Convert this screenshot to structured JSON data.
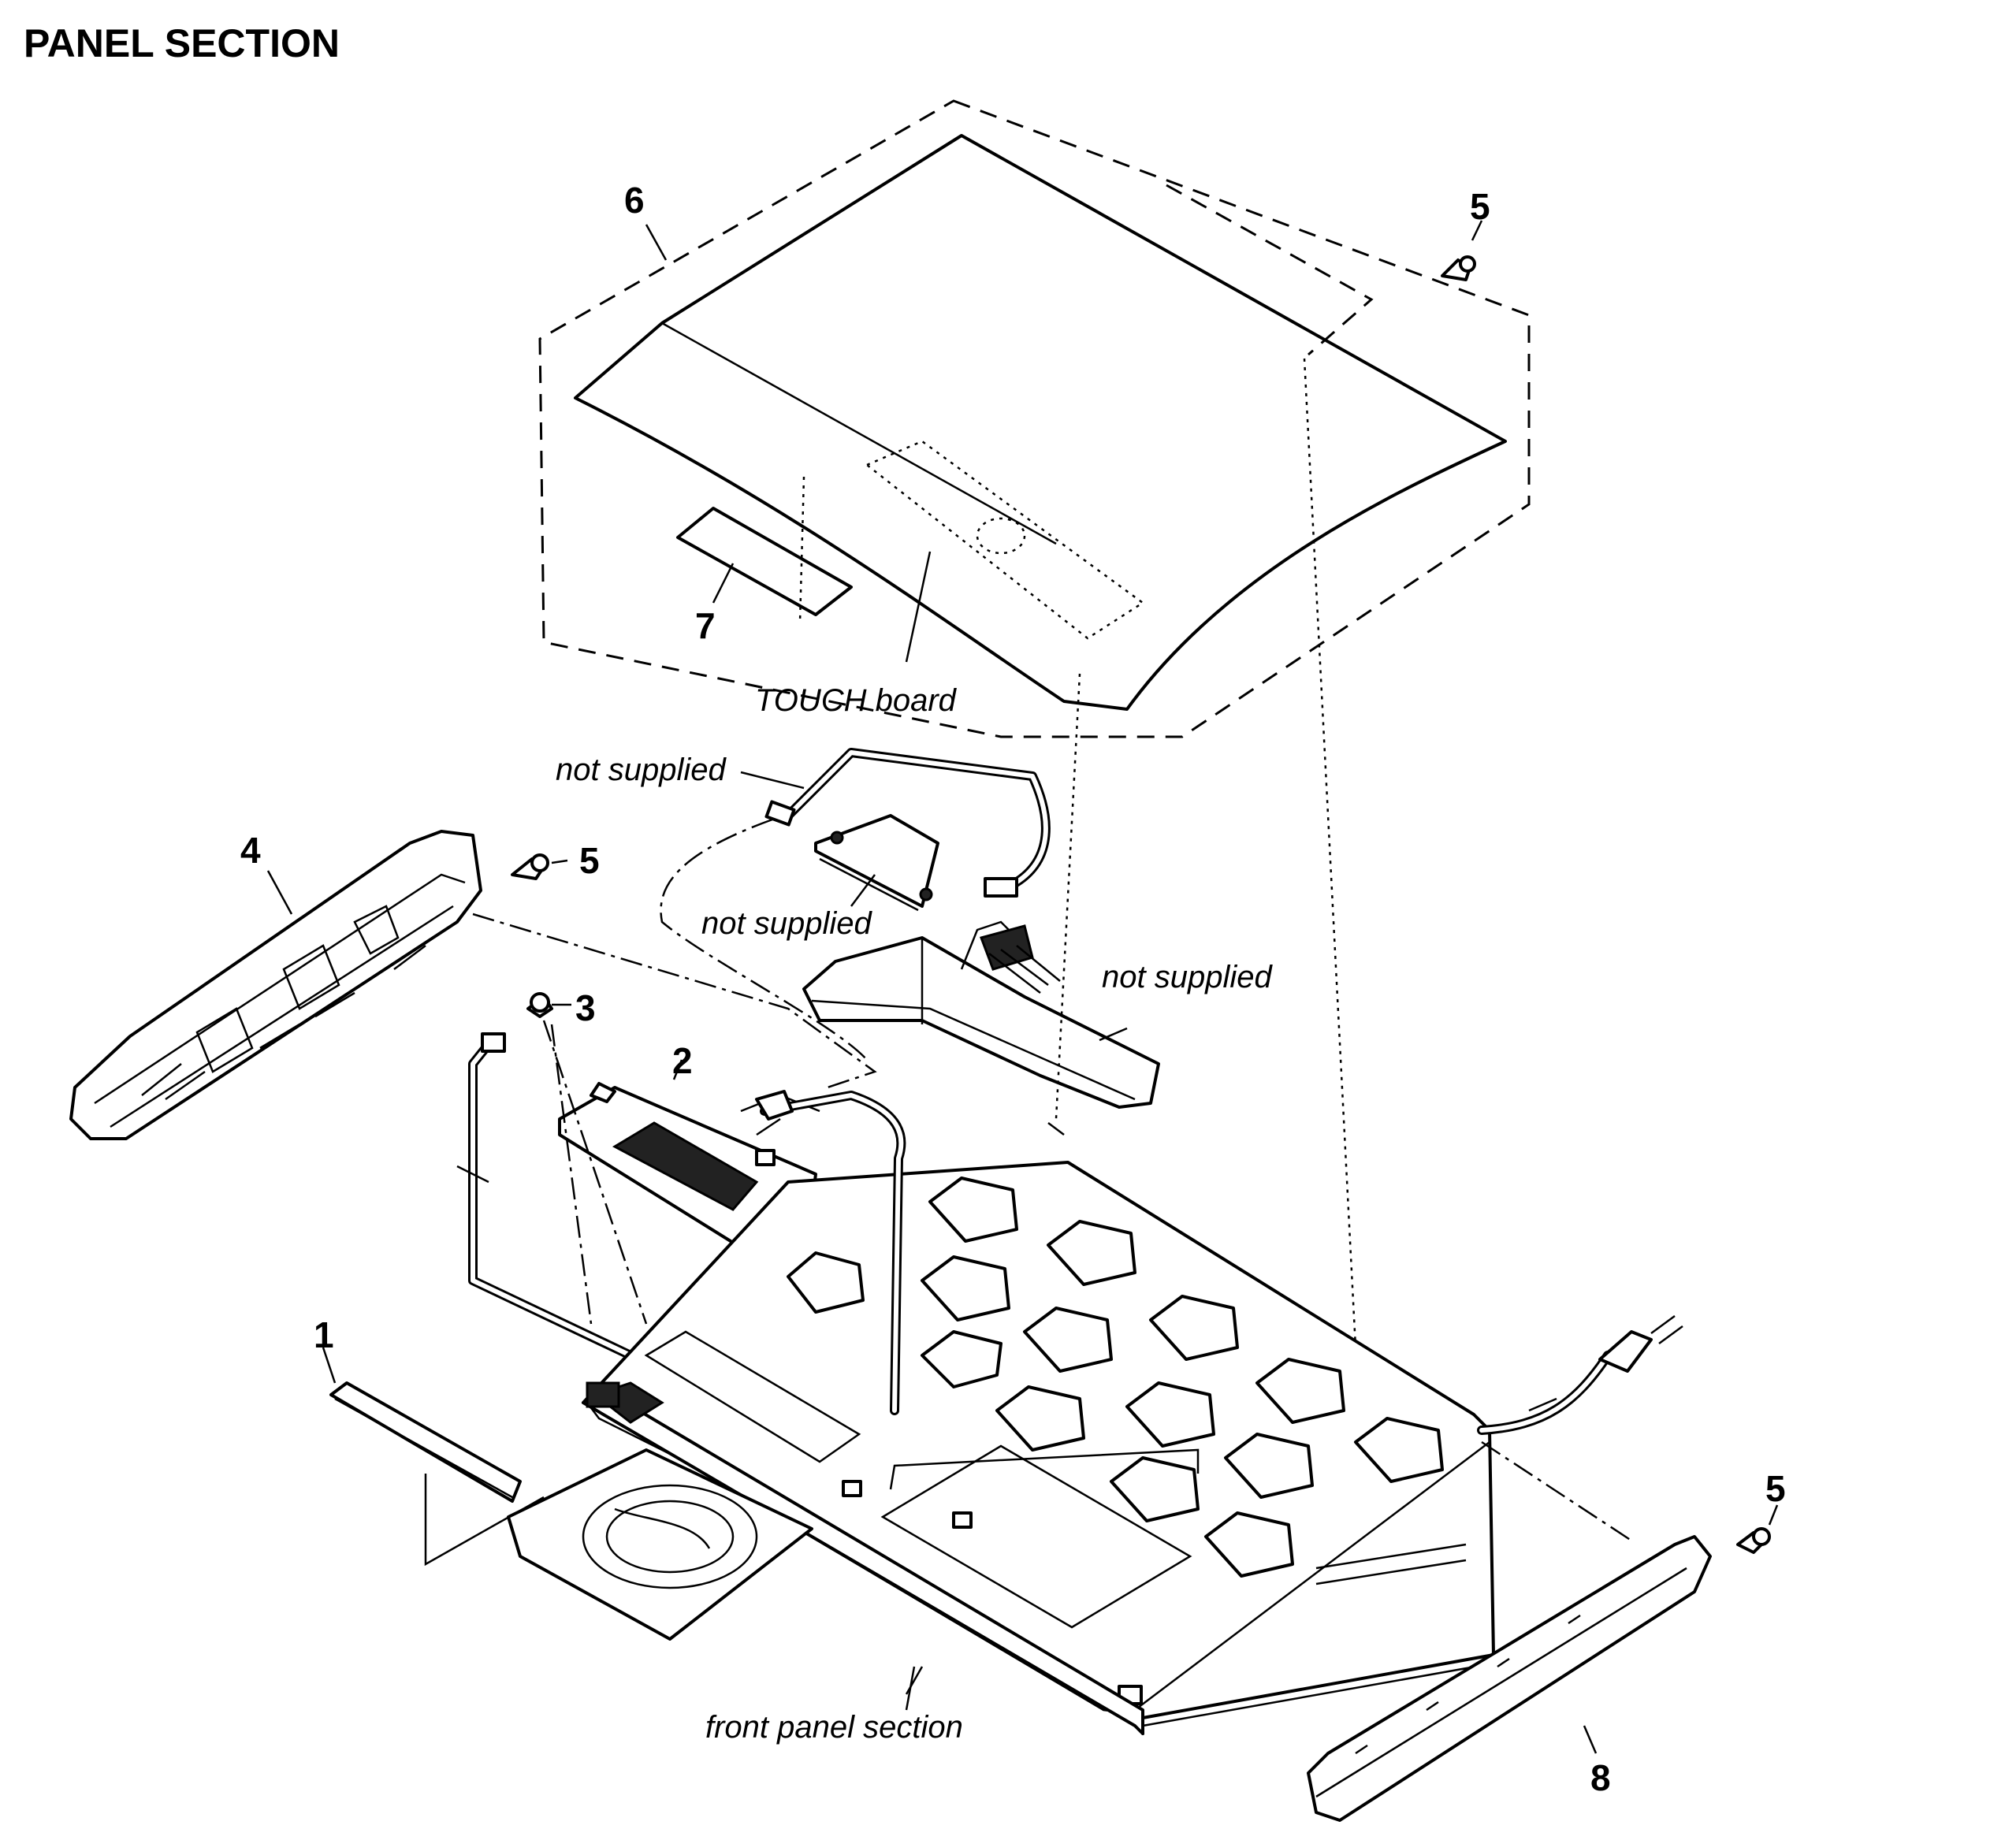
{
  "title": "PANEL SECTION",
  "callouts": {
    "c1": "1",
    "c2": "2",
    "c3": "3",
    "c4": "4",
    "c5_top": "5",
    "c5_left": "5",
    "c5_right": "5",
    "c6": "6",
    "c7": "7",
    "c8": "8"
  },
  "labels": {
    "touch_board": "TOUCH board",
    "not_supplied_cable": "not supplied",
    "not_supplied_board": "not supplied",
    "not_supplied_bracket": "not supplied",
    "front_panel_section": "front panel section"
  }
}
